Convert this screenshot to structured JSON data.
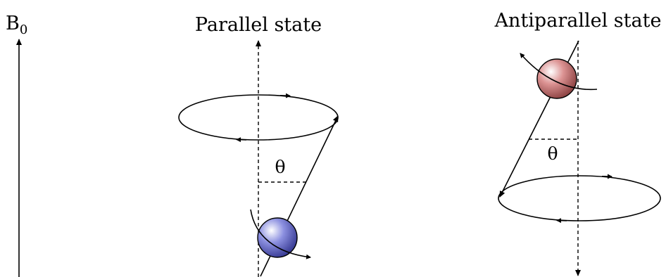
{
  "field": {
    "label": "B",
    "subscript": "0"
  },
  "parallel": {
    "title": "Parallel state",
    "angle_label": "θ",
    "sphere_color": "#7b7fd6"
  },
  "antiparallel": {
    "title": "Antiparallel state",
    "angle_label": "θ",
    "sphere_color": "#d98a8a"
  }
}
